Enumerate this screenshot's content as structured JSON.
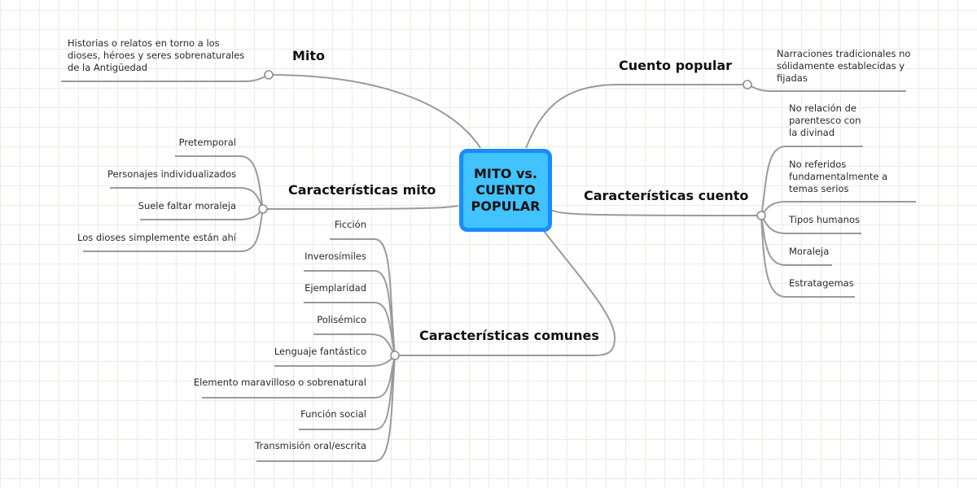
{
  "root": {
    "label": "MITO vs. CUENTO POPULAR",
    "fill_color": "#40c3ff",
    "border_color": "#1a8cff"
  },
  "branches": {
    "mito": {
      "title": "Mito",
      "items": [
        "Historias o relatos en torno a los dioses, héroes y seres sobrenaturales de la Antigüedad"
      ]
    },
    "cuento_popular": {
      "title": "Cuento popular",
      "items": [
        "Narraciones tradicionales no sólidamente establecidas y fijadas"
      ]
    },
    "caracteristicas_mito": {
      "title": "Características mito",
      "items": [
        "Pretemporal",
        "Personajes individualizados",
        "Suele faltar moraleja",
        "Los dioses simplemente están ahí"
      ]
    },
    "caracteristicas_cuento": {
      "title": "Características cuento",
      "items": [
        "No relación de parentesco con la divinad",
        "No referidos fundamentalmente a temas serios",
        "Tipos humanos",
        "Moraleja",
        "Estratagemas"
      ]
    },
    "caracteristicas_comunes": {
      "title": "Características comunes",
      "items": [
        "Ficción",
        "Inverosímiles",
        "Ejemplaridad",
        "Polisémico",
        "Lenguaje fantástico",
        "Elemento maravilloso o sobrenatural",
        "Función social",
        "Transmisión oral/escrita"
      ]
    }
  }
}
